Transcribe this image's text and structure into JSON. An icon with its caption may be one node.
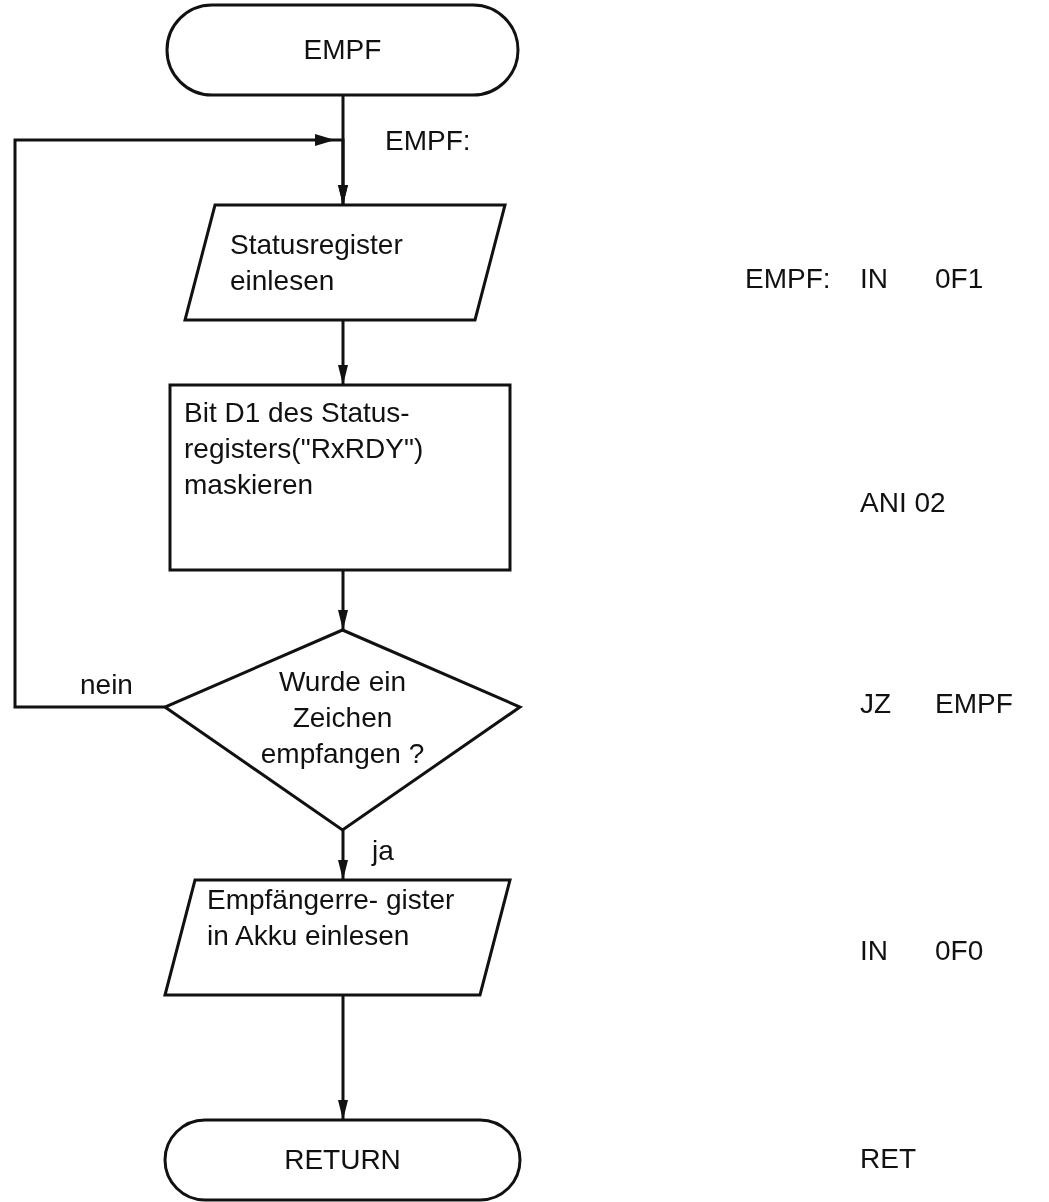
{
  "diagram": {
    "nodes": [
      {
        "text": [
          "EMPF"
        ]
      },
      {
        "text": [
          "Statusregister einlesen"
        ]
      },
      {
        "text": [
          "Bit D1 des Status- registers(\"RxRDY\") maskieren"
        ]
      },
      {
        "text": [
          "Wurde ein Zeichen empfangen ?"
        ]
      },
      {
        "text": [
          "Empfängerre- gister in Akku einlesen"
        ]
      },
      {
        "text": [
          "RETURN"
        ]
      }
    ],
    "edges": [
      {
        "from": 0,
        "to": 1,
        "arrow": "to"
      },
      {
        "from": 1,
        "to": 2,
        "arrow": "to"
      },
      {
        "from": 2,
        "to": 3,
        "arrow": "to"
      },
      {
        "from": 3,
        "to": 1,
        "arrow": "to",
        "label": "nein"
      },
      {
        "from": 3,
        "to": 4,
        "arrow": "to",
        "label": "ja"
      },
      {
        "from": 4,
        "to": 5,
        "arrow": "to"
      }
    ],
    "labels": [
      "EMPF:",
      "EMPF:",
      "IN",
      "0F1",
      "ANI 02",
      "JZ",
      "EMPF",
      "IN",
      "0F0",
      "RET"
    ]
  }
}
